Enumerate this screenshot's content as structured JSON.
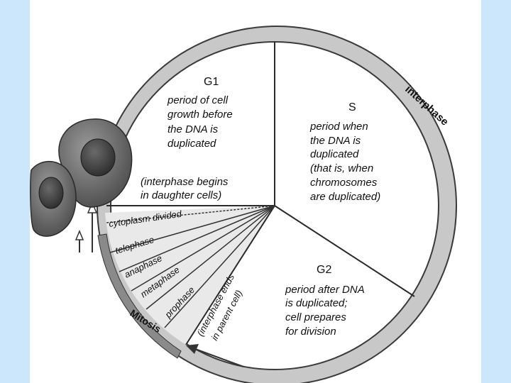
{
  "diagram": {
    "interphase_label": "interphase",
    "mitosis_label": "Mitosis",
    "g1": {
      "title": "G1",
      "lines": [
        "period of cell",
        "growth before",
        "the DNA is",
        "duplicated"
      ],
      "note": [
        "(interphase begins",
        "in daughter cells)"
      ]
    },
    "s": {
      "title": "S",
      "lines": [
        "period when",
        "the DNA is",
        "duplicated",
        "(that is, when",
        "chromosomes",
        "are duplicated)"
      ]
    },
    "g2": {
      "title": "G2",
      "lines": [
        "period after DNA",
        "is duplicated;",
        "cell prepares",
        "for division"
      ]
    },
    "mitotic_phases": {
      "cytoplasm": "cytoplasm divided",
      "telophase": "telophase",
      "anaphase": "anaphase",
      "metaphase": "metaphase",
      "prophase": "prophase",
      "interphase_ends": [
        "(interphase ends",
        "in parent cell)"
      ]
    },
    "colors": {
      "ring": "#c8c8c8",
      "ring_edge": "#3a3a3a",
      "wedge": "#e6e6e6",
      "cell_body": "#6f6f6f",
      "nucleus": "#4a4a4a",
      "background": "#cce6fb"
    }
  }
}
